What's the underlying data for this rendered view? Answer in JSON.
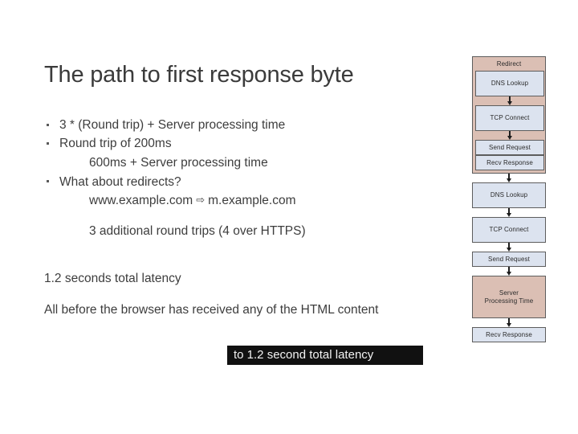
{
  "slide": {
    "title": "The path to first response byte",
    "bullets": [
      {
        "text": "3 * (Round trip) + Server processing time"
      },
      {
        "text": "Round trip of 200ms"
      },
      {
        "text": "What about redirects?"
      }
    ],
    "sub_lines": {
      "after_round_trip": "600ms + Server processing time",
      "redirect_from": "www.example.com",
      "redirect_arrow": "⇨",
      "redirect_to": "m.example.com",
      "additional_trips": "3 additional round trips (4 over HTTPS)"
    },
    "summary": [
      "1.2 seconds total latency",
      "All before the browser has received any of the HTML content"
    ],
    "caption_overlay": "to 1.2 second total latency"
  },
  "flowchart": {
    "redirect_group_label": "Redirect",
    "redirect_nodes": [
      {
        "label": "DNS Lookup",
        "kind": "request"
      },
      {
        "label": "TCP Connect",
        "kind": "request"
      },
      {
        "label": "Send Request",
        "kind": "request"
      },
      {
        "label": "Recv Response",
        "kind": "request"
      }
    ],
    "main_nodes": [
      {
        "label": "DNS Lookup",
        "kind": "request"
      },
      {
        "label": "TCP Connect",
        "kind": "request"
      },
      {
        "label": "Send Request",
        "kind": "request"
      },
      {
        "label": "Server\nProcessing Time",
        "kind": "server"
      },
      {
        "label": "Recv Response",
        "kind": "request"
      }
    ],
    "colors": {
      "request_fill": "#dce3ef",
      "server_fill": "#dbbfb4",
      "border": "#5d5d5d",
      "arrow": "#1e1e1e"
    }
  }
}
